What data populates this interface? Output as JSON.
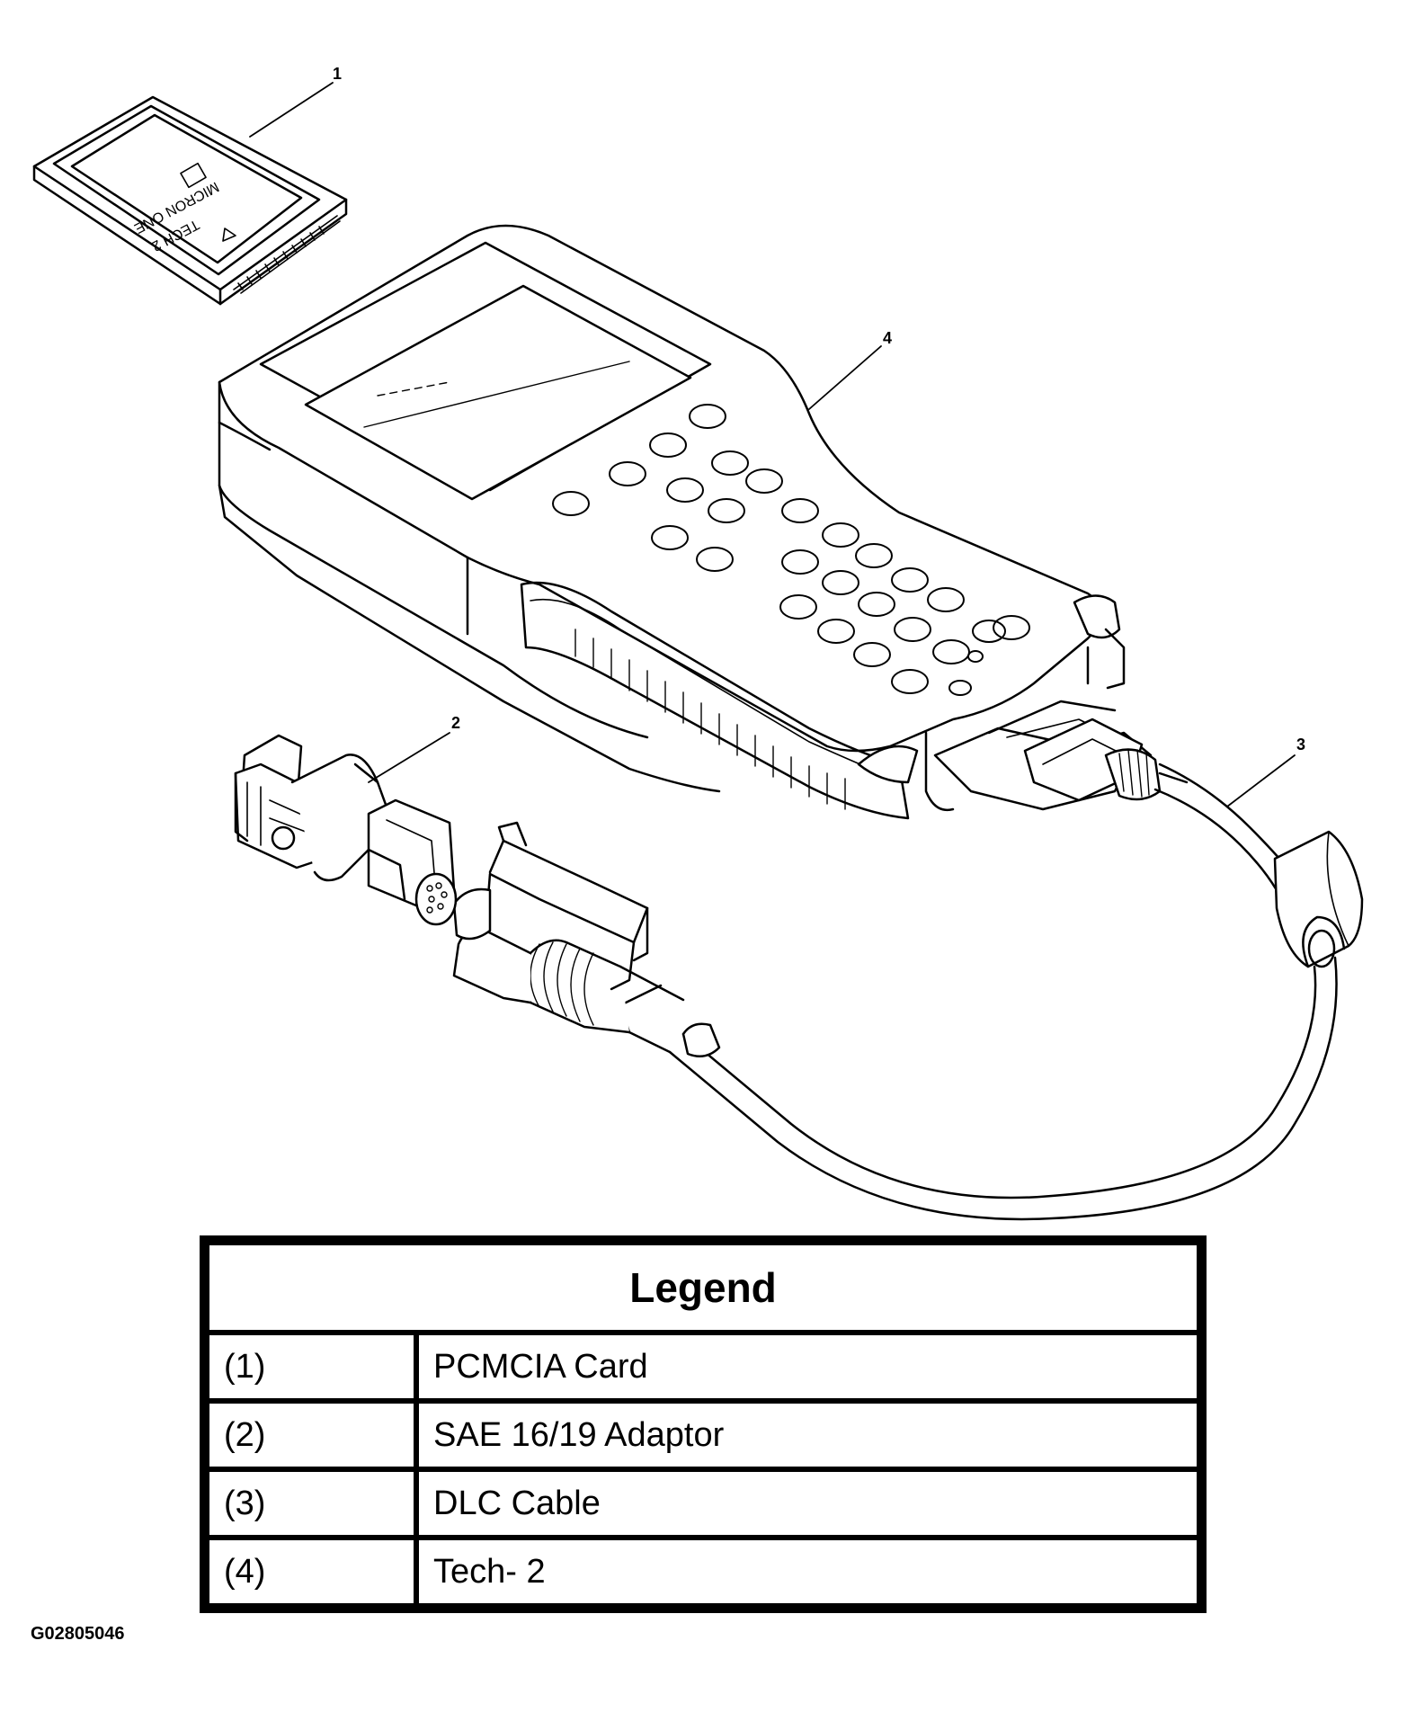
{
  "callouts": [
    "1",
    "2",
    "3",
    "4"
  ],
  "card_print": {
    "line1": "TECH 2",
    "line2": "MICRON ONE"
  },
  "legend": {
    "title": "Legend",
    "rows": [
      {
        "key": "(1)",
        "label": "PCMCIA Card"
      },
      {
        "key": "(2)",
        "label": "SAE 16/19 Adaptor"
      },
      {
        "key": "(3)",
        "label": "DLC Cable"
      },
      {
        "key": "(4)",
        "label": "Tech- 2"
      }
    ]
  },
  "figure_id": "G02805046",
  "colors": {
    "ink": "#000000",
    "background": "#ffffff"
  }
}
